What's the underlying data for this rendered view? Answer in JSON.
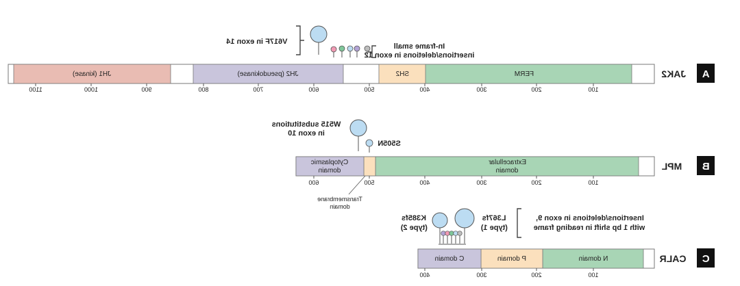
{
  "panels": {
    "A": {
      "letter": "A",
      "protein": "JAK2",
      "domains": [
        "FERM",
        "SH2",
        "JH2 (pseudokinase)",
        "JH1 (kinase)"
      ],
      "ticks": [
        "100",
        "200",
        "300",
        "400",
        "500",
        "600",
        "700",
        "800",
        "900",
        "1000",
        "1100"
      ],
      "annotation_1": "V617F in exon 14",
      "annotation_2_line1": "In-frame small",
      "annotation_2_line2": "insertions/deletions in exon 12"
    },
    "B": {
      "letter": "B",
      "protein": "MPL",
      "domain_extracellular_line1": "Extracellular",
      "domain_extracellular_line2": "domain",
      "domain_cytoplasmic_line1": "Cytoplasmic",
      "domain_cytoplasmic_line2": "domain",
      "transmembrane_line1": "Transmembrane",
      "transmembrane_line2": "domain",
      "ticks": [
        "100",
        "200",
        "300",
        "400",
        "500",
        "600"
      ],
      "annotation_1_line1": "W515 substitutions",
      "annotation_1_line2": "in exon 10",
      "annotation_2": "S505N"
    },
    "C": {
      "letter": "C",
      "protein": "CALR",
      "domains": [
        "N domain",
        "P domain",
        "C domain"
      ],
      "ticks": [
        "100",
        "200",
        "300",
        "400"
      ],
      "annotation_1_line1": "Insertions/deletions in exon 9,",
      "annotation_1_line2": "with 1 bp shift in reading frame",
      "type1_line1": "L367fs",
      "type1_line2": "(type 1)",
      "type2_line1": "K385fs",
      "type2_line2": "(type 2)"
    }
  },
  "colors": {
    "ferm_green": "#a8d5b5",
    "sh2_orange": "#fbe0bd",
    "jh2_lavender": "#c9c5dc",
    "jh1_salmon": "#e9bcb3",
    "lollipop_blue": "#bcdcf2",
    "lollipop_pink": "#f29ab4",
    "lollipop_green": "#7fc79a",
    "lollipop_purple": "#b3a3d6",
    "lollipop_gray": "#bdbdbd"
  }
}
